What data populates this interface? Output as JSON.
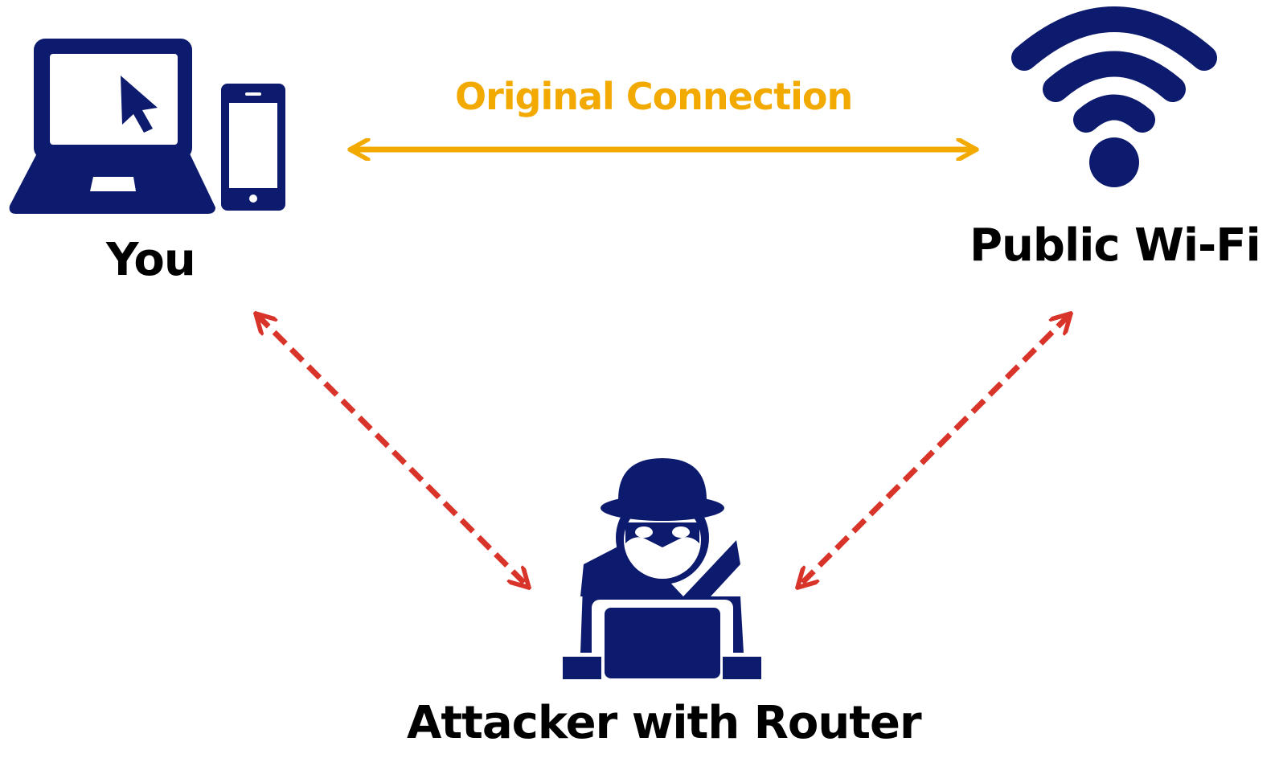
{
  "colors": {
    "icon_navy": "#0d1b6e",
    "original_connection": "#f2a900",
    "attack_path": "#d8342a",
    "label_text": "#000000"
  },
  "nodes": {
    "you": {
      "label": "You",
      "icons": [
        "laptop-icon",
        "smartphone-icon"
      ]
    },
    "wifi": {
      "label": "Public Wi-Fi",
      "icons": [
        "wifi-icon"
      ]
    },
    "attacker": {
      "label": "Attacker with Router",
      "icons": [
        "hacker-icon"
      ]
    }
  },
  "connections": {
    "original": {
      "label": "Original Connection",
      "style": "solid",
      "direction": "bidirectional"
    },
    "you_attacker": {
      "style": "dashed",
      "direction": "bidirectional"
    },
    "wifi_attacker": {
      "style": "dashed",
      "direction": "bidirectional"
    }
  }
}
